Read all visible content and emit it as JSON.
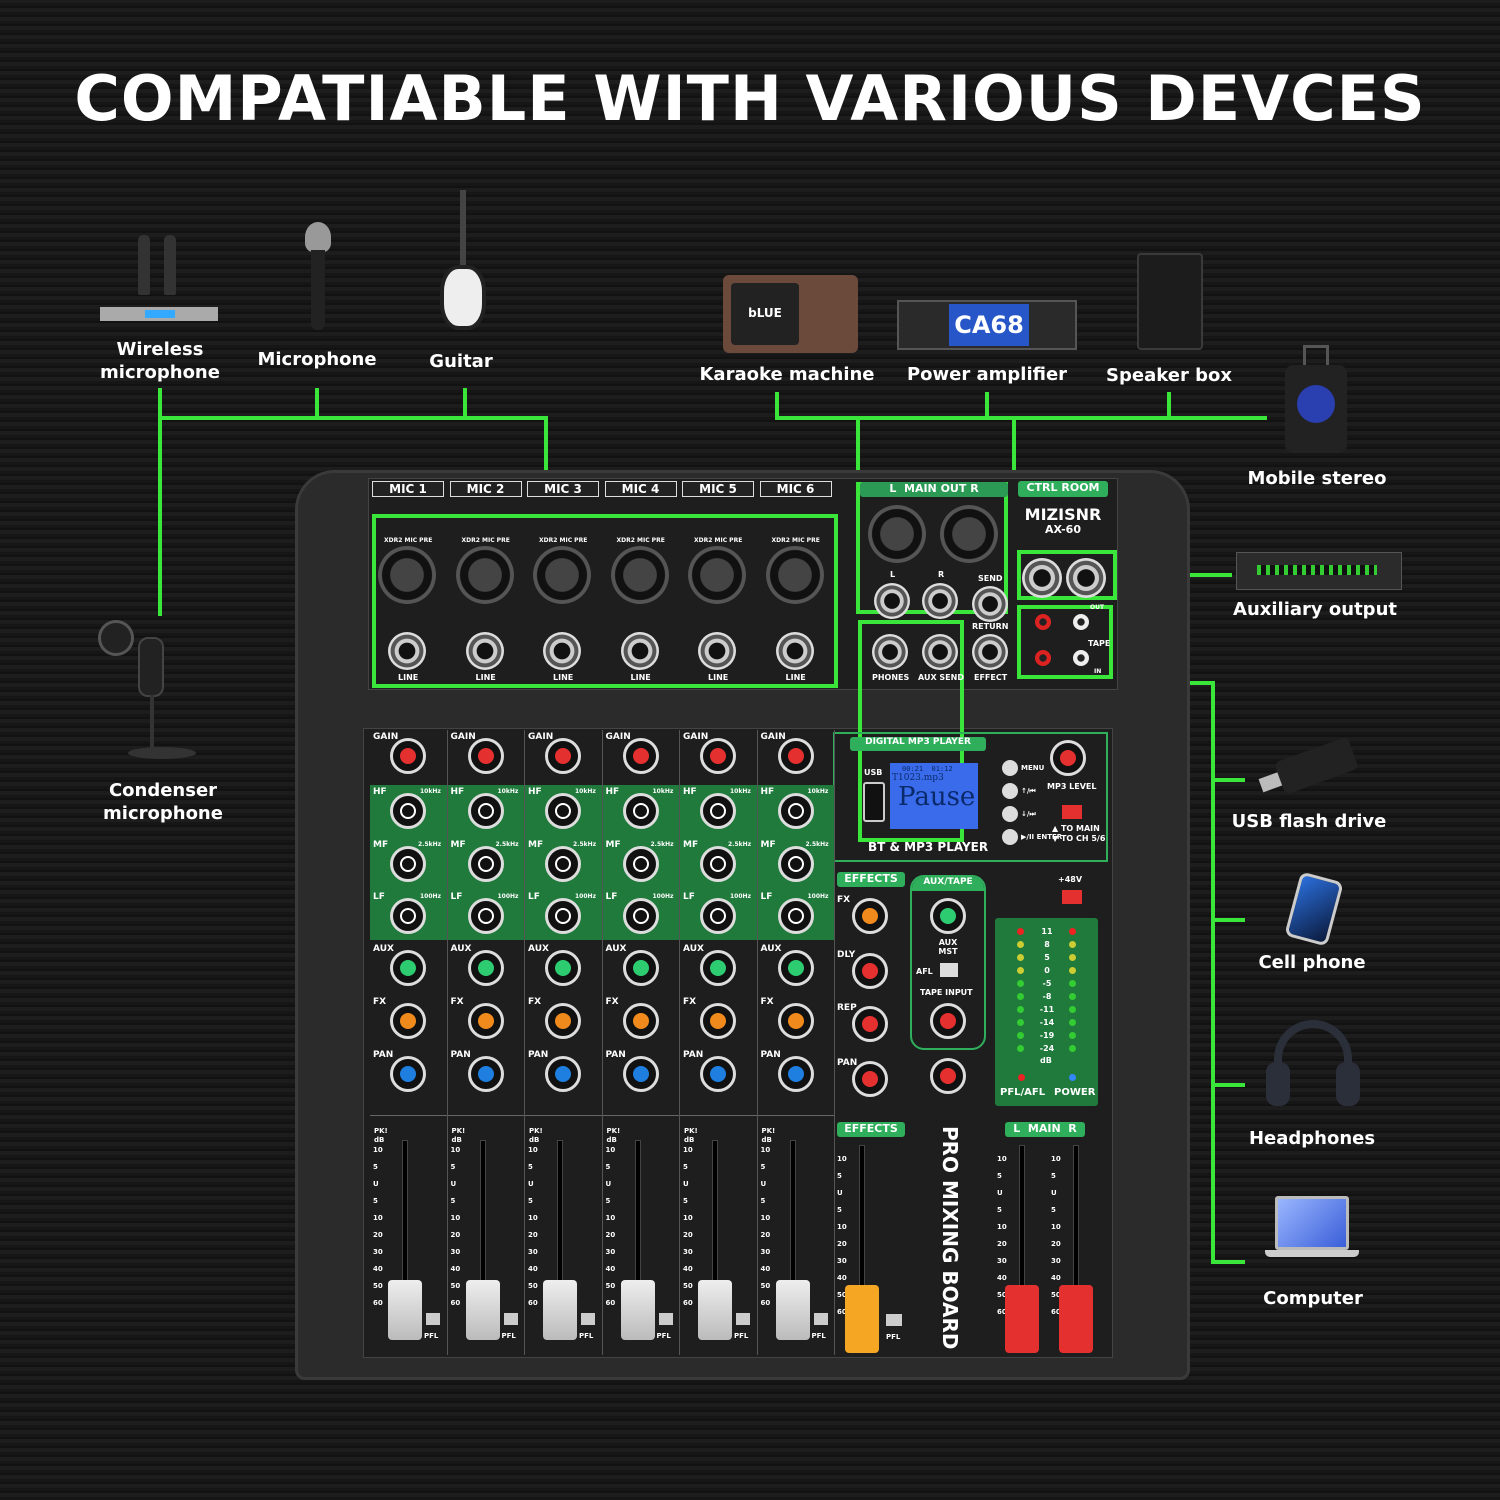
{
  "title": "COMPATIABLE WITH VARIOUS DEVCES",
  "inputs": [
    {
      "label": "Wireless\nmicrophone",
      "icon": "wireless-microphone-icon"
    },
    {
      "label": "Microphone",
      "icon": "microphone-icon"
    },
    {
      "label": "Guitar",
      "icon": "guitar-icon"
    },
    {
      "label": "Condenser\nmicrophone",
      "icon": "condenser-microphone-icon"
    }
  ],
  "outputs": [
    {
      "label": "Karaoke machine",
      "icon": "karaoke-machine-icon"
    },
    {
      "label": "Power amplifier",
      "icon": "power-amplifier-icon"
    },
    {
      "label": "Speaker box",
      "icon": "speaker-box-icon"
    },
    {
      "label": "Mobile stereo",
      "icon": "mobile-stereo-icon"
    },
    {
      "label": "Auxiliary output",
      "icon": "auxiliary-output-icon"
    },
    {
      "label": "USB flash drive",
      "icon": "usb-flash-drive-icon"
    },
    {
      "label": "Cell phone",
      "icon": "cell-phone-icon"
    },
    {
      "label": "Headphones",
      "icon": "headphones-icon"
    },
    {
      "label": "Computer",
      "icon": "computer-icon"
    }
  ],
  "device_texts": {
    "karaoke": "bLUE",
    "amp": "CA68"
  },
  "mixer": {
    "brand": "MIZISNR",
    "model": "AX-60",
    "channels": [
      "MIC 1",
      "MIC 2",
      "MIC 3",
      "MIC 4",
      "MIC 5",
      "MIC 6"
    ],
    "xlr_label": "XDR2 MIC PRE",
    "line_label": "LINE",
    "main_out": "L  MAIN OUT R",
    "ctrl_room": "CTRL ROOM",
    "jack_labels": {
      "l": "L",
      "r": "R",
      "send": "SEND",
      "return": "RETURN",
      "phones": "PHONES",
      "aux_send": "AUX SEND",
      "effect": "EFFECT",
      "out": "OUT",
      "tape": "TAPE",
      "in": "IN"
    },
    "strip": {
      "gain": "GAIN",
      "hf": "HF",
      "mf": "MF",
      "lf": "LF",
      "aux": "AUX",
      "fx": "FX",
      "pan": "PAN",
      "pk": "PK!",
      "pfl": "PFL",
      "db": "dB",
      "hf_freq": "10kHz",
      "mf_freq": "2.5kHz",
      "lf_freq": "100Hz"
    },
    "fader_scale": [
      "10",
      "5",
      "U",
      "5",
      "10",
      "20",
      "30",
      "40",
      "50",
      "60"
    ],
    "mp3": {
      "header": "DIGITAL MP3 PLAYER",
      "usb": "USB",
      "screen_line1": "00:21  01:12",
      "screen_line2": "T1023.mp3",
      "screen_main": "Pause",
      "footer": "BT & MP3 PLAYER",
      "buttons": [
        "MENU",
        "↑/⏮",
        "↓/⏭",
        "▶/II ENTER"
      ],
      "level": "MP3 LEVEL",
      "to_main": "▲ TO MAIN",
      "to_ch": "▼ TO CH 5/6"
    },
    "effects": {
      "header": "EFFECTS",
      "fx": "FX",
      "dly": "DLY",
      "rep": "REP",
      "pan": "PAN"
    },
    "aux_tape": {
      "header": "AUX/TAPE",
      "aux_mst": "AUX MST",
      "afl": "AFL",
      "tape_input": "TAPE INPUT"
    },
    "phantom": "+48V",
    "meter": {
      "levels": [
        "11",
        "8",
        "5",
        "0",
        "-5",
        "-8",
        "-11",
        "-14",
        "-19",
        "-24"
      ],
      "unit": "dB",
      "pfl_afl": "PFL/AFL",
      "power": "POWER"
    },
    "effects_fader": "EFFECTS",
    "board_name": "PRO MIXING BOARD",
    "main_fader": "L  MAIN  R"
  },
  "colors": {
    "accent_green": "#39e639",
    "panel_green": "#1f7a3c",
    "tag_green": "#2fae5c",
    "fx_orange": "#f08a1c",
    "aux_green": "#2ecc71",
    "pan_blue": "#1e7fe0",
    "red": "#e53030"
  }
}
